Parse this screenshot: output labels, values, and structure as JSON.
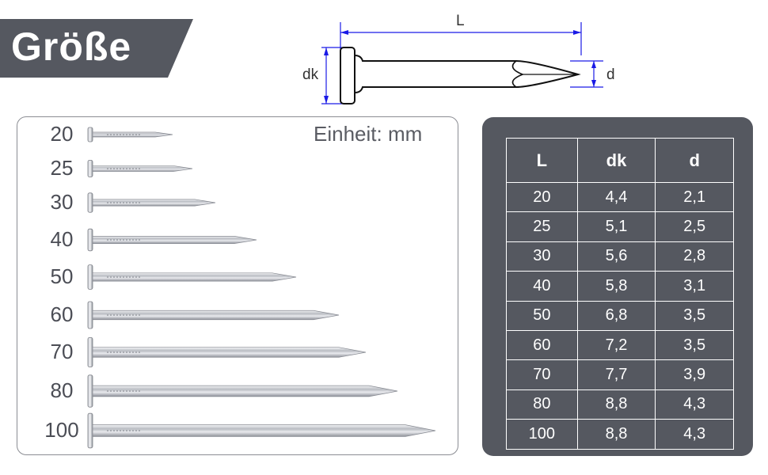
{
  "title": "Größe",
  "diagram": {
    "length_label": "L",
    "head_label": "dk",
    "diameter_label": "d"
  },
  "unit": "Einheit: mm",
  "nail_sizes": [
    "20",
    "25",
    "30",
    "40",
    "50",
    "60",
    "70",
    "80",
    "100"
  ],
  "table": {
    "headers": [
      "L",
      "dk",
      "d"
    ],
    "rows": [
      [
        "20",
        "4,4",
        "2,1"
      ],
      [
        "25",
        "5,1",
        "2,5"
      ],
      [
        "30",
        "5,6",
        "2,8"
      ],
      [
        "40",
        "5,8",
        "3,1"
      ],
      [
        "50",
        "6,8",
        "3,5"
      ],
      [
        "60",
        "7,2",
        "3,5"
      ],
      [
        "70",
        "7,7",
        "3,9"
      ],
      [
        "80",
        "8,8",
        "4,3"
      ],
      [
        "100",
        "8,8",
        "4,3"
      ]
    ]
  },
  "colors": {
    "banner": "#555860",
    "table_panel": "#555860",
    "dimension_lines": "#1a1ae6"
  }
}
